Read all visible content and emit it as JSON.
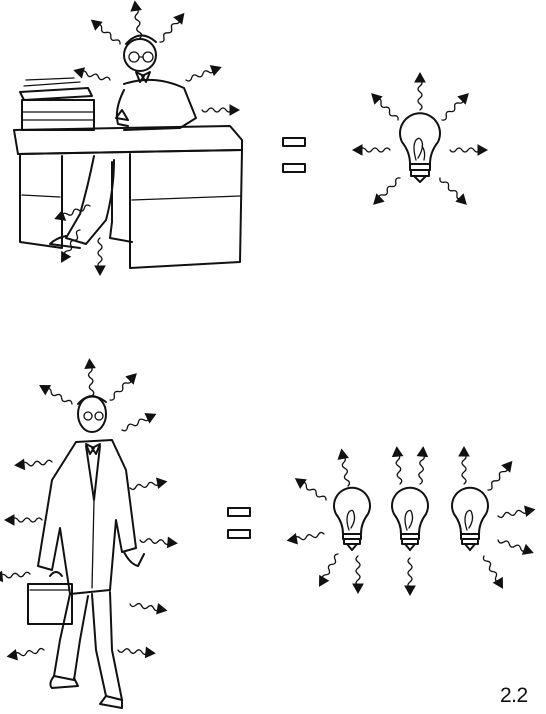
{
  "figure": {
    "label": "2.2",
    "rows": [
      {
        "subject": "seated-person-at-desk",
        "equals": "=",
        "bulbs": 1
      },
      {
        "subject": "walking-person-with-briefcase",
        "equals": "=",
        "bulbs": 3
      }
    ]
  }
}
